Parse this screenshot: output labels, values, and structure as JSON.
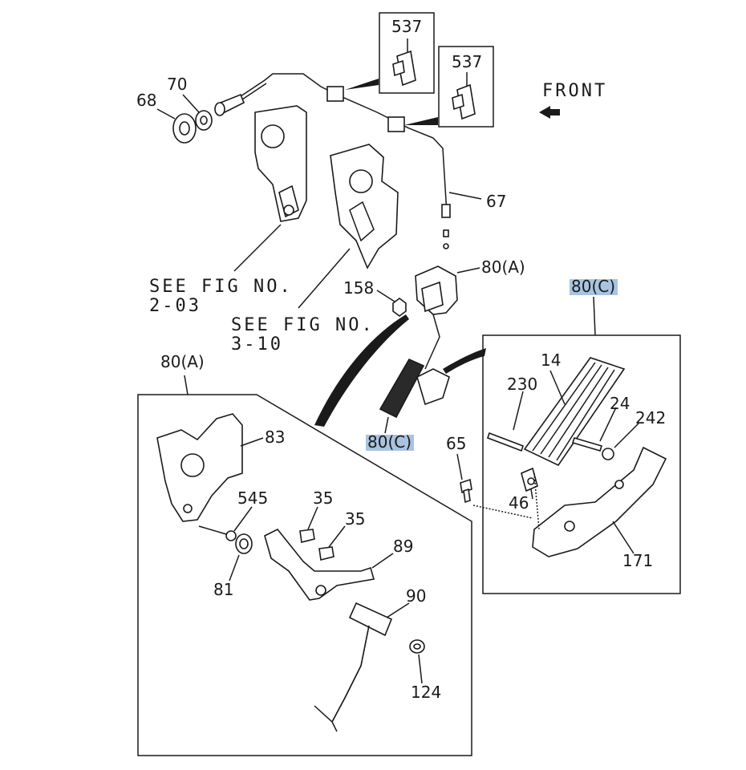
{
  "labels": {
    "p537_top": "537",
    "p537_right": "537",
    "front": "FRONT",
    "p68": "68",
    "p70": "70",
    "p67": "67",
    "p80a_top": "80(A)",
    "p158": "158",
    "see_fig_1_l1": "SEE FIG NO.",
    "see_fig_1_l2": "2-03",
    "see_fig_2_l1": "SEE FIG NO.",
    "see_fig_2_l2": "3-10",
    "p80c_top": "80(C)",
    "p80a_box": "80(A)",
    "p80c_mid": "80(C)",
    "p14": "14",
    "p230": "230",
    "p24": "24",
    "p242": "242",
    "p65": "65",
    "p46": "46",
    "p171": "171",
    "p83": "83",
    "p545": "545",
    "p35a": "35",
    "p35b": "35",
    "p89": "89",
    "p81": "81",
    "p90": "90",
    "p124": "124"
  },
  "colors": {
    "line": "#1a1a1a",
    "highlight": "#a9c4e0",
    "background": "#ffffff"
  },
  "highlighted_labels": [
    "p80c_top",
    "p80c_mid"
  ]
}
